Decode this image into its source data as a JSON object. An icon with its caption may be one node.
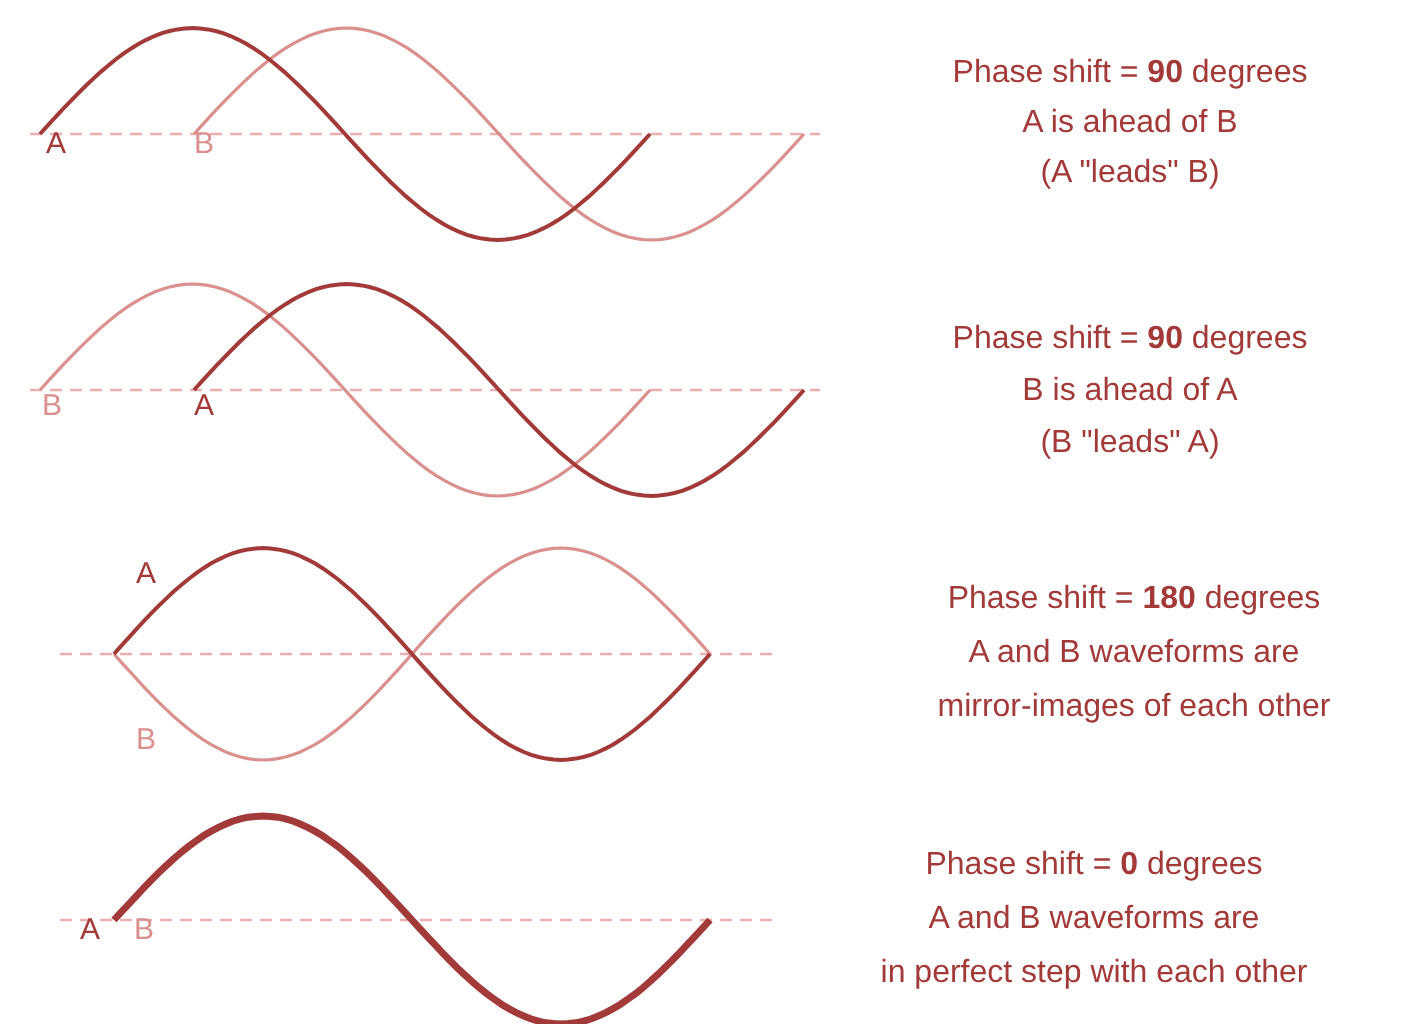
{
  "diagram": {
    "labels": [
      "Phase shift = **90** degrees",
      "A is ahead of B",
      "(A \"leads\" B)",
      "A",
      "B",
      "Phase shift = **90** degrees",
      "B is ahead of A",
      "(B \"leads\" A)",
      "B",
      "A",
      "Phase shift = **180** degrees",
      "A and B waveforms are",
      "mirror-images of each other",
      "A",
      "B",
      "Phase shift = **0** degrees",
      "A and B waveforms are",
      "in perfect step with each other",
      "A",
      "B"
    ]
  }
}
